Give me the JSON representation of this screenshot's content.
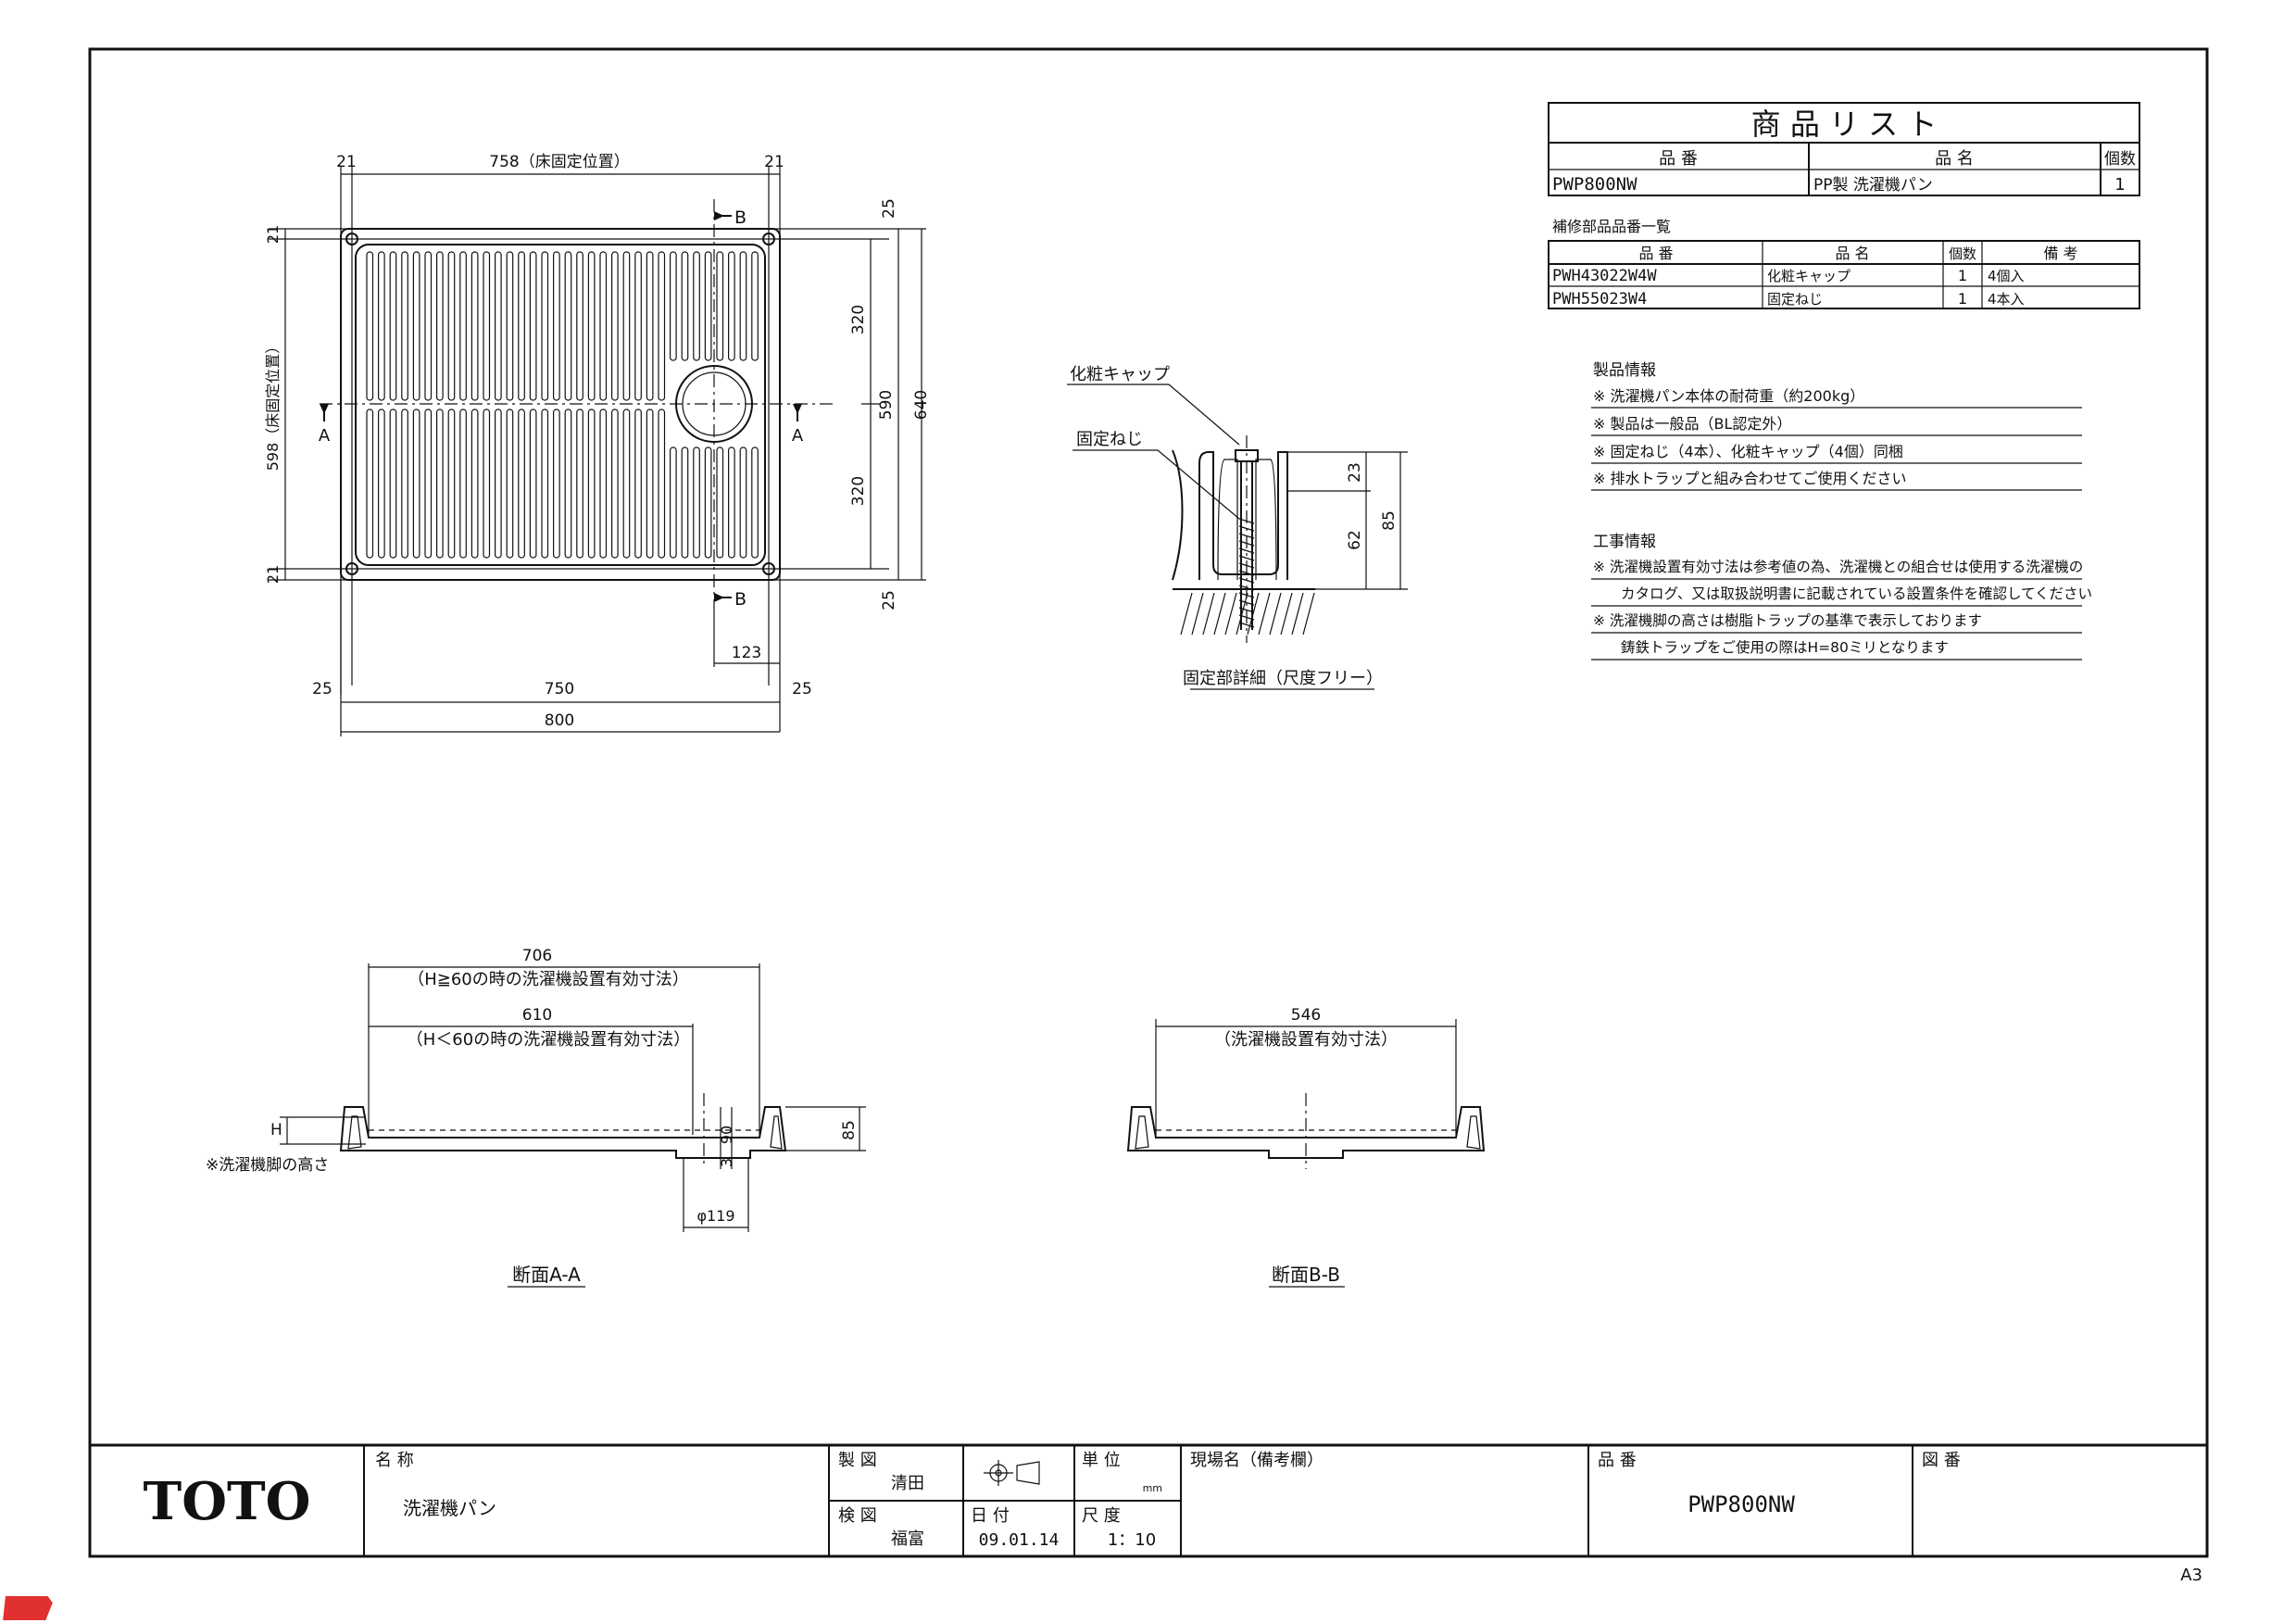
{
  "product_list": {
    "title": "商 品 リ ス ト",
    "headers": {
      "part_no": "品 番",
      "name": "品 名",
      "qty": "個数"
    },
    "rows": [
      {
        "part_no": "PWP800NW",
        "name": "PP製 洗濯機パン",
        "qty": "1"
      }
    ]
  },
  "spare_parts": {
    "heading": "補修部品品番一覧",
    "headers": {
      "part_no": "品 番",
      "name": "品 名",
      "qty": "個数",
      "note": "備 考"
    },
    "rows": [
      {
        "part_no": "PWH43022W4W",
        "name": "化粧キャップ",
        "qty": "1",
        "note": "4個入"
      },
      {
        "part_no": "PWH55023W4",
        "name": "固定ねじ",
        "qty": "1",
        "note": "4本入"
      }
    ]
  },
  "product_info": {
    "heading": "製品情報",
    "lines": [
      "※ 洗濯機パン本体の耐荷重（約200kg）",
      "※ 製品は一般品（BL認定外）",
      "※ 固定ねじ（4本）、化粧キャップ（4個）同梱",
      "※ 排水トラップと組み合わせてご使用ください"
    ]
  },
  "construction_info": {
    "heading": "工事情報",
    "lines": [
      "※ 洗濯機設置有効寸法は参考値の為、洗濯機との組合せは使用する洗濯機の",
      "カタログ、又は取扱説明書に記載されている設置条件を確認してください",
      "※ 洗濯機脚の高さは樹脂トラップの基準で表示しております",
      "鋳鉄トラップをご使用の際はH=80ミリとなります"
    ]
  },
  "plan_view": {
    "dim_top_left": "21",
    "dim_top_mid": "758（床固定位置）",
    "dim_top_right": "21",
    "dim_left_top": "21",
    "dim_left_mid": "598（床固定位置）",
    "dim_left_bottom": "21",
    "dim_right_top": "25",
    "dim_right_320a": "320",
    "dim_right_320b": "320",
    "dim_right_590": "590",
    "dim_right_640": "640",
    "dim_right_bottom": "25",
    "dim_bottom_123": "123",
    "dim_bottom_25a": "25",
    "dim_bottom_750": "750",
    "dim_bottom_25b": "25",
    "dim_bottom_800": "800",
    "section_a": "A",
    "section_b": "B"
  },
  "fixing_detail": {
    "label_cap": "化粧キャップ",
    "label_screw": "固定ねじ",
    "dim_23": "23",
    "dim_62": "62",
    "dim_85": "85",
    "caption": "固定部詳細（尺度フリー）"
  },
  "section_aa": {
    "dim_706": "706",
    "note_706": "（H≧60の時の洗濯機設置有効寸法）",
    "dim_610": "610",
    "note_610": "（H＜60の時の洗濯機設置有効寸法）",
    "label_h": "H",
    "dim_90": "90",
    "dim_3": "3",
    "dim_85": "85",
    "dim_phi": "φ119",
    "note_leg": "※洗濯機脚の高さ",
    "caption": "断面A-A"
  },
  "section_bb": {
    "dim_546": "546",
    "note_546": "（洗濯機設置有効寸法）",
    "caption": "断面B-B"
  },
  "title_block": {
    "logo": "TOTO",
    "name_label": "名 称",
    "name_value": "洗濯機パン",
    "drawn_label": "製 図",
    "drawn_value": "清田",
    "checked_label": "検 図",
    "checked_value": "福富",
    "unit_label": "単 位",
    "unit_value": "mm",
    "date_label": "日 付",
    "date_value": "09.01.14",
    "scale_label": "尺 度",
    "scale_value": "1：10",
    "site_label": "現場名（備考欄）",
    "part_label": "品 番",
    "part_value": "PWP800NW",
    "drawing_no_label": "図 番"
  },
  "sheet_size": "A3",
  "colors": {
    "line": "#111111",
    "paper": "#ffffff",
    "corner_mark": "#e03030"
  }
}
